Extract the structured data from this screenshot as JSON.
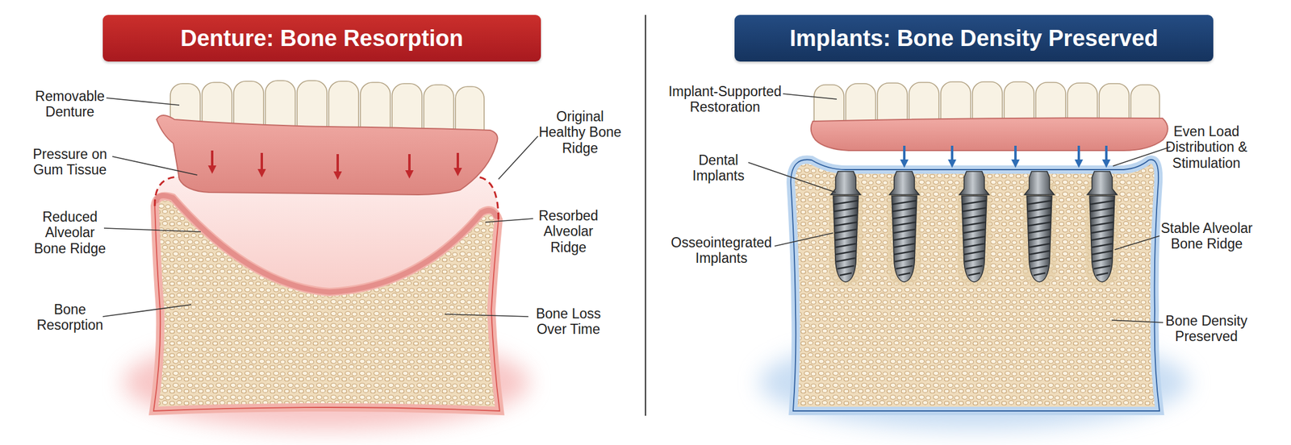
{
  "diagram": {
    "nodes": [
      {
        "text": [
          "Denture: Bone Resorption"
        ]
      },
      {
        "text": [
          "Implants: Bone Density Preserved"
        ]
      }
    ],
    "labels": [
      "Removable Denture",
      "Pressure on Gum Tissue",
      "Reduced Alveolar Bone Ridge",
      "Bone Resorption",
      "Original Healthy Bone Ridge",
      "Resorbed Alveolar Ridge",
      "Bone Loss Over Time",
      "Implant-Supported Restoration",
      "Dental Implants",
      "Osseointegrated Implants",
      "Even Load Distribution & Stimulation",
      "Stable Alveolar Bone Ridge",
      "Bone Density Preserved"
    ]
  }
}
